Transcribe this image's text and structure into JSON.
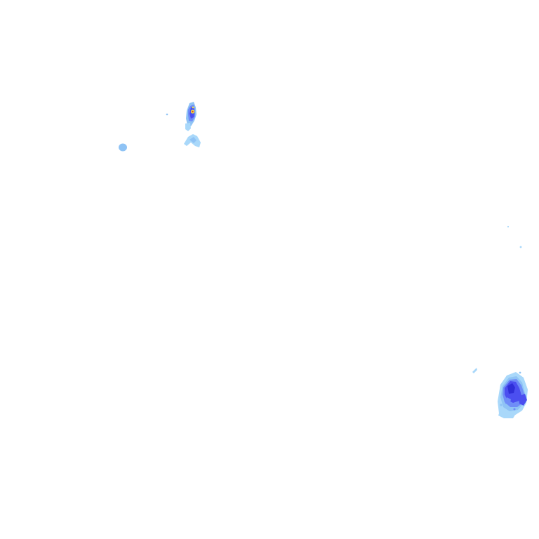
{
  "map": {
    "type": "radar-precipitation-overlay",
    "background": "#ffffff",
    "legend_colors": {
      "very_light": "#a9d8fa",
      "light": "#8fc3f5",
      "moderate": "#6f8df7",
      "heavy": "#4b4ff0",
      "very_heavy": "#2f2fd8",
      "intense": "#f5e43a",
      "extreme": "#e2342d"
    },
    "echo_cells": [
      {
        "id": "cell-northwest-core",
        "max_intensity": "extreme"
      },
      {
        "id": "cell-northwest-tail",
        "max_intensity": "light"
      },
      {
        "id": "cell-west-fleck",
        "max_intensity": "very_light"
      },
      {
        "id": "cell-southeast",
        "max_intensity": "very_heavy"
      },
      {
        "id": "cell-east-specks",
        "max_intensity": "very_light"
      }
    ]
  }
}
